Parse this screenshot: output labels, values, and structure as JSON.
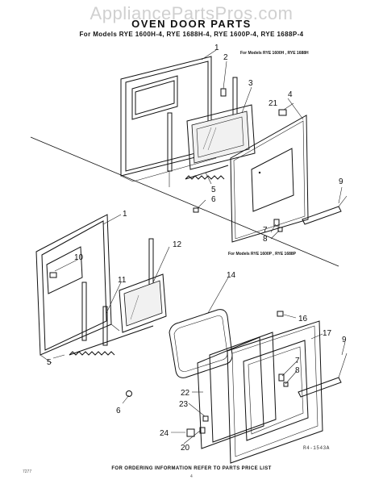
{
  "watermark": "AppliancePartsPros.com",
  "title": "OVEN DOOR PARTS",
  "subtitle": "For Models RYE 1600H-4, RYE 1688H-4, RYE 1600P-4, RYE 1688P-4",
  "models_note_top": "For Models RYE 1600H , RYE 1688H",
  "models_note_bottom": "For Models RYE 1600P , RYE 1688P",
  "footer": "FOR ORDERING INFORMATION REFER TO PARTS PRICE LIST",
  "diagram_code": "R4-1543A",
  "corner_left": "7277",
  "corner_center": "4",
  "callouts": {
    "c1a": "1",
    "c2": "2",
    "c3": "3",
    "c4": "4",
    "c21": "21",
    "c5a": "5",
    "c6a": "6",
    "c7a": "7",
    "c8a": "8",
    "c9a": "9",
    "c1b": "1",
    "c10": "10",
    "c11": "11",
    "c12": "12",
    "c14": "14",
    "c16": "16",
    "c17": "17",
    "c9b": "9",
    "c7b": "7",
    "c8b": "8",
    "c5b": "5",
    "c6b": "6",
    "c22": "22",
    "c23": "23",
    "c24": "24",
    "c20": "20"
  }
}
